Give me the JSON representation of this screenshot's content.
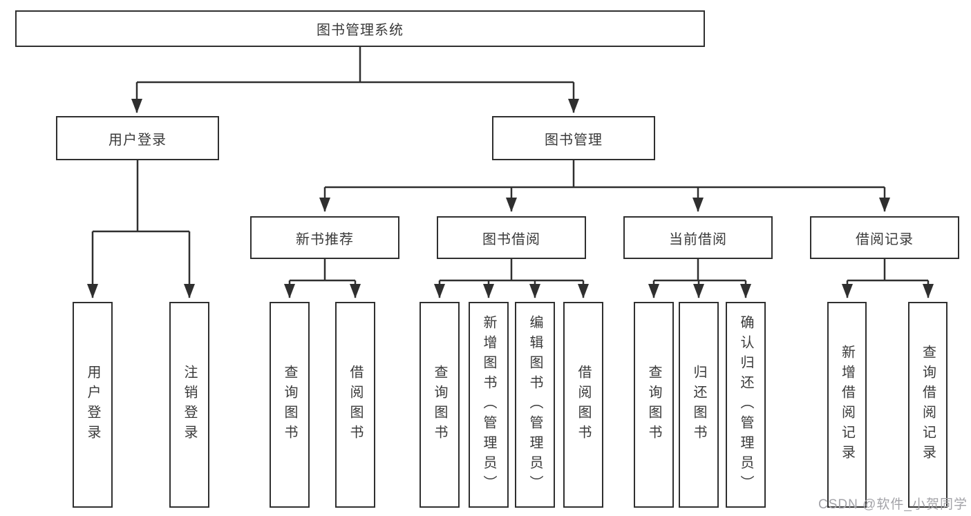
{
  "diagram": {
    "type": "hierarchy-tree",
    "title": "图书管理系统",
    "edges": [
      {
        "from": "图书管理系统",
        "to": "用户登录"
      },
      {
        "from": "图书管理系统",
        "to": "图书管理"
      },
      {
        "from": "用户登录",
        "to": "用户登录(叶)"
      },
      {
        "from": "用户登录",
        "to": "注销登录"
      },
      {
        "from": "图书管理",
        "to": "新书推荐"
      },
      {
        "from": "图书管理",
        "to": "图书借阅"
      },
      {
        "from": "图书管理",
        "to": "当前借阅"
      },
      {
        "from": "图书管理",
        "to": "借阅记录"
      },
      {
        "from": "新书推荐",
        "to": "查询图书"
      },
      {
        "from": "新书推荐",
        "to": "借阅图书"
      },
      {
        "from": "图书借阅",
        "to": "查询图书"
      },
      {
        "from": "图书借阅",
        "to": "新增图书（管理员）"
      },
      {
        "from": "图书借阅",
        "to": "编辑图书（管理员）"
      },
      {
        "from": "图书借阅",
        "to": "借阅图书"
      },
      {
        "from": "当前借阅",
        "to": "查询图书"
      },
      {
        "from": "当前借阅",
        "to": "归还图书"
      },
      {
        "from": "当前借阅",
        "to": "确认归还（管理员）"
      },
      {
        "from": "借阅记录",
        "to": "新增借阅记录"
      },
      {
        "from": "借阅记录",
        "to": "查询借阅记录"
      }
    ]
  },
  "nodes": {
    "root": {
      "label": "图书管理系统"
    },
    "userLogin": {
      "label": "用户登录"
    },
    "bookMgmt": {
      "label": "图书管理"
    },
    "loginLeaf": {
      "label": "用户登录"
    },
    "logoutLeaf": {
      "label": "注销登录"
    },
    "newBooks": {
      "label": "新书推荐"
    },
    "bookBorrow": {
      "label": "图书借阅"
    },
    "currentBorrow": {
      "label": "当前借阅"
    },
    "borrowRecords": {
      "label": "借阅记录"
    },
    "nb1": {
      "label": "查询图书"
    },
    "nb2": {
      "label": "借阅图书"
    },
    "bw1": {
      "label": "查询图书"
    },
    "bw2": {
      "label": "新增图书（管理员）"
    },
    "bw3": {
      "label": "编辑图书（管理员）"
    },
    "bw4": {
      "label": "借阅图书"
    },
    "cu1": {
      "label": "查询图书"
    },
    "cu2": {
      "label": "归还图书"
    },
    "cu3": {
      "label": "确认归还（管理员）"
    },
    "rc1": {
      "label": "新增借阅记录"
    },
    "rc2": {
      "label": "查询借阅记录"
    }
  },
  "watermark": {
    "text": "CSDN @软件_小贺同学"
  },
  "colors": {
    "line": "#2f2f2f",
    "box_border": "#2f2f2f",
    "box_fill": "#ffffff",
    "text": "#3a3a3a",
    "watermark": "#a3a3a8",
    "background": "#ffffff"
  }
}
